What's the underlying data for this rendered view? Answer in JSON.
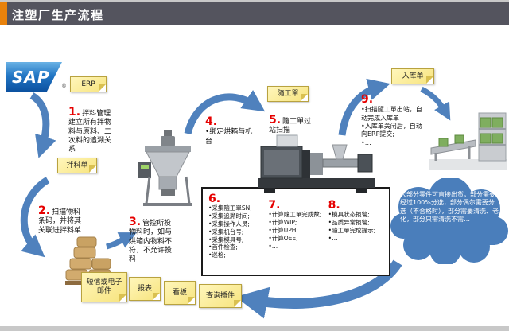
{
  "colors": {
    "header_bar": "#54545e",
    "accent_orange": "#e8820c",
    "arrow_blue": "#4f81bd",
    "cloud_blue": "#4a7ebb",
    "sticky_yellow": "#fdf0a0",
    "step_number_red": "#e60000",
    "sap_blue": "#1b6cc0"
  },
  "header": {
    "title": "注塑厂生产流程"
  },
  "logo": {
    "text": "SAP",
    "registered": "®"
  },
  "stickies": {
    "erp": "ERP",
    "mix_order": "拌料单",
    "work_order": "隨工單",
    "inbound_order": "入库单",
    "sms_email": "短信或电子邮件",
    "report": "报表",
    "kanban": "看板",
    "query_plugin": "查询插件"
  },
  "steps": {
    "s1": {
      "num": "1.",
      "text": "拌料管理建立所有拌物料与原料、二次料的追溯关系"
    },
    "s2": {
      "num": "2.",
      "text": "扫描物料条码，并将其关联进拌料单"
    },
    "s3": {
      "num": "3.",
      "text": "管控所投物料时，如与烘箱内物料不符，不允许投料"
    },
    "s4": {
      "num": "4.",
      "text": "•绑定烘箱与机台"
    },
    "s5": {
      "num": "5.",
      "text": "隨工單过站扫描"
    },
    "s6": {
      "num": "6.",
      "lines": [
        "•采集隨工單SN;",
        "•采集追溯时间;",
        "•采集操作人员;",
        "•采集机台号;",
        "•采集模具号;",
        "•首件检查;",
        "•巡检;"
      ]
    },
    "s7": {
      "num": "7.",
      "lines": [
        "•计算隨工單完成数;",
        "•计算WIP;",
        "•计算UPH;",
        "•计算OEE;",
        "•…"
      ]
    },
    "s8": {
      "num": "8.",
      "lines": [
        "•模具状态报警;",
        "•品质异常报警;",
        "•隨工單完成提示;",
        "•…"
      ]
    },
    "s9": {
      "num": "9.",
      "lines": [
        "•扫描隨工單出站，自动完成入库单",
        "•入库单关闭后，自动向ERP提交;",
        "•…"
      ]
    }
  },
  "cloud": {
    "text": "大部分零件可直接出货，部分需要经过100%分选，部分偶尔需要分选（不合格时），部分需要清洗、老化，部分只需清洗不需…"
  }
}
